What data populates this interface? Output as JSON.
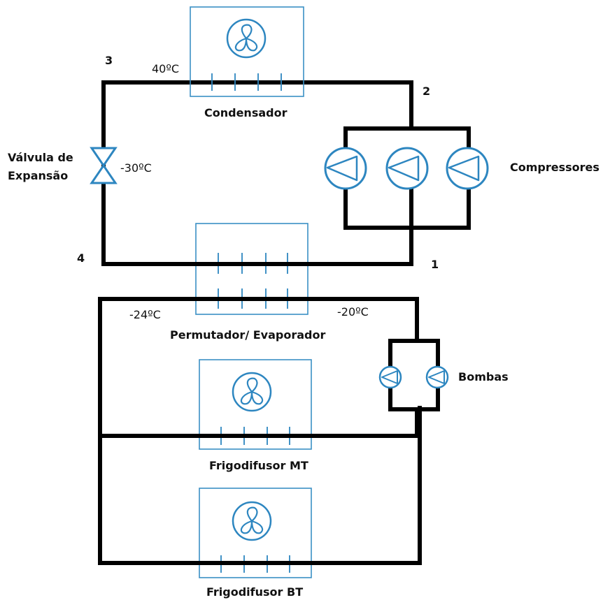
{
  "labels": {
    "condenser": "Condensador",
    "compressors": "Compressores",
    "valve_line1": "Válvula de",
    "valve_line2": "Expansão",
    "exchanger": "Permutador/ Evaporador",
    "pumps": "Bombas",
    "unit_mt": "Frigodifusor MT",
    "unit_bt": "Frigodifusor BT"
  },
  "points": {
    "p1": "1",
    "p2": "2",
    "p3": "3",
    "p4": "4"
  },
  "temperatures": {
    "condenser_inlet": "40ºC",
    "after_valve": "-30ºC",
    "exchanger_left": "-24ºC",
    "exchanger_right": "-20ºC"
  },
  "colors": {
    "pipe": "#000000",
    "equipment": "#2d86c0"
  }
}
